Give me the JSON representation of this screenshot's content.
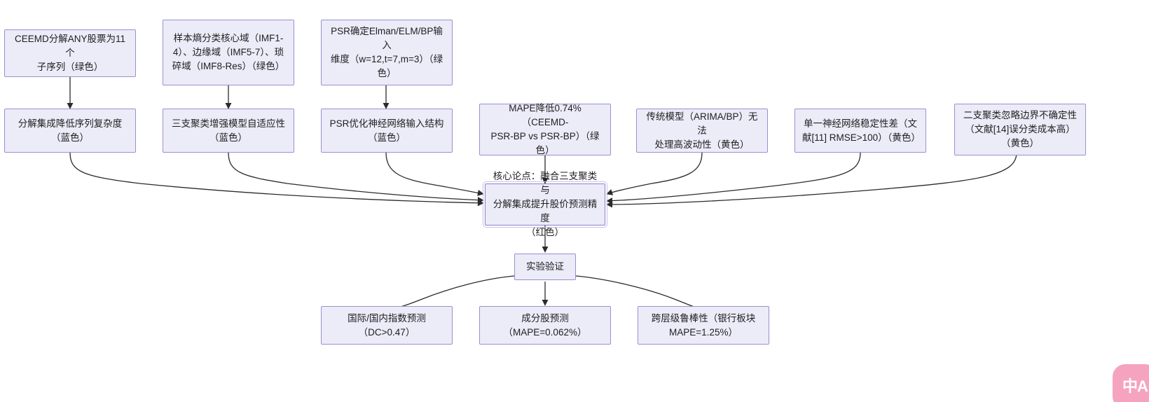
{
  "diagram": {
    "type": "flowchart",
    "direction": "top-down-converging",
    "background_color": "#ffffff",
    "node_fill_color": "#ECEBF8",
    "node_border_color": "#9C8FD0",
    "core_outline_color": "#C9BFEA",
    "edge_color": "#333333"
  },
  "nodes": {
    "premise_1": "CEEMD分解ANY股票为11个\n子序列（绿色）",
    "premise_2": "样本熵分类核心域（IMF1-\n4）、边缘域（IMF5-7）、琐\n碎域（IMF8-Res）（绿色）",
    "premise_3": "PSR确定Elman/ELM/BP输入\n维度（w=12,t=7,m=3）（绿\n色）",
    "support_1": "分解集成降低序列复杂度\n（蓝色）",
    "support_2": "三支聚类增强模型自适应性\n（蓝色）",
    "support_3": "PSR优化神经网络输入结构\n（蓝色）",
    "evidence_1": "MAPE降低0.74%（CEEMD-\nPSR-BP vs PSR-BP）（绿\n色）",
    "gap_1": "传统模型（ARIMA/BP）无法\n处理高波动性（黄色）",
    "gap_2": "单一神经网络稳定性差（文\n献[11] RMSE>100）（黄色）",
    "gap_3": "二支聚类忽略边界不确定性\n（文献[14]误分类成本高）\n（黄色）",
    "core_claim": "核心论点：融合三支聚类与\n分解集成提升股价预测精度\n（红色）",
    "validation": "实验验证",
    "result_1": "国际/国内指数预测\n（DC>0.47）",
    "result_2": "成分股预测\n（MAPE=0.062%）",
    "result_3": "跨层级鲁棒性（银行板块\nMAPE=1.25%）"
  },
  "watermark": {
    "text": "中A",
    "color": "#F6A3C0"
  }
}
